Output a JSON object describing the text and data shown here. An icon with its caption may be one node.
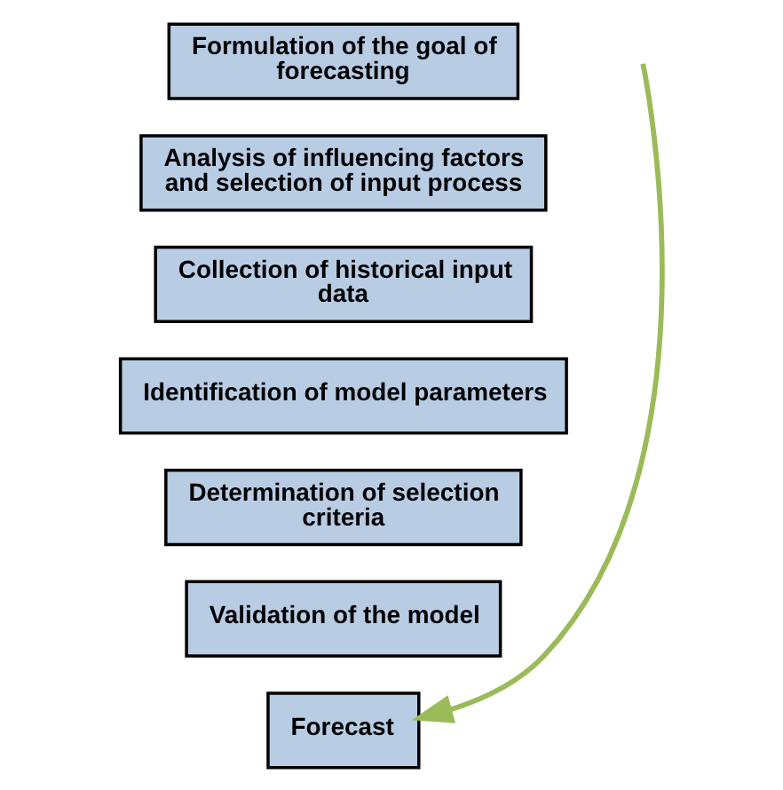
{
  "diagram": {
    "nodes": [
      {
        "text": [
          "Formulation of the goal of forecasting"
        ]
      },
      {
        "text": [
          "Analysis of influencing factors and selection of input process"
        ]
      },
      {
        "text": [
          "Collection of historical input data"
        ]
      },
      {
        "text": [
          "Identification of model parameters"
        ]
      },
      {
        "text": [
          "Determination of selection criteria"
        ]
      },
      {
        "text": [
          "Validation of the model"
        ]
      },
      {
        "text": [
          "Forecast"
        ]
      }
    ],
    "edges": [
      {
        "from": null,
        "to": 6,
        "arrow": "to"
      }
    ]
  }
}
